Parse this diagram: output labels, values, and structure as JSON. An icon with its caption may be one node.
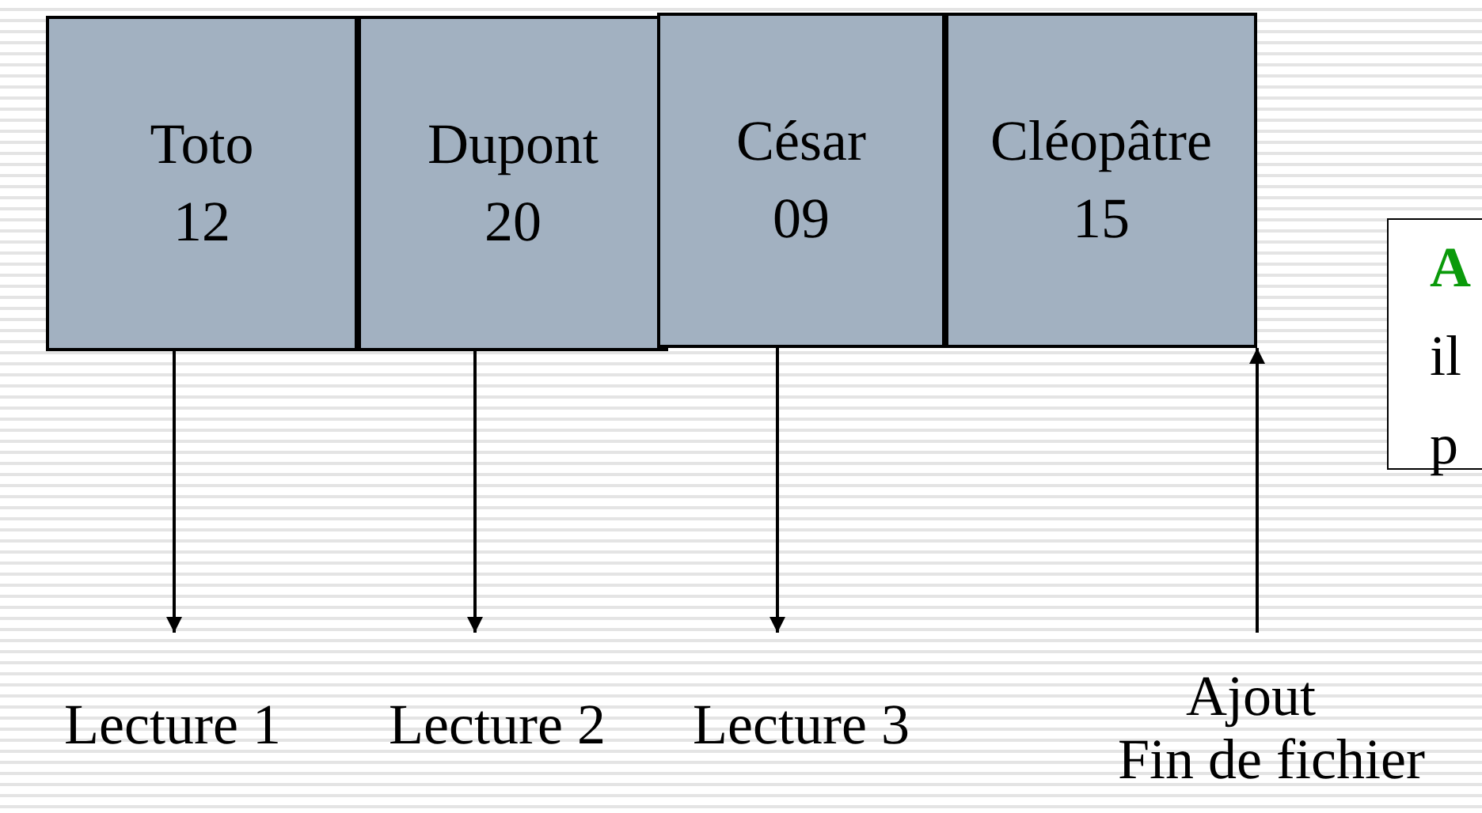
{
  "diagram": {
    "nodes": [
      {
        "text": [
          "Toto",
          "12"
        ]
      },
      {
        "text": [
          "Dupont",
          "20"
        ]
      },
      {
        "text": [
          "César",
          "09"
        ]
      },
      {
        "text": [
          "Cléopâtre",
          "15"
        ]
      },
      {
        "text": [
          "A",
          "il",
          "p"
        ]
      },
      {
        "text": [
          "Lecture 1"
        ]
      },
      {
        "text": [
          "Lecture 2"
        ]
      },
      {
        "text": [
          "Lecture 3"
        ]
      },
      {
        "text": [
          "Ajout",
          "Fin de fichier"
        ]
      }
    ],
    "edges": [
      {
        "from": 0,
        "to": 5,
        "arrow": "to"
      },
      {
        "from": 1,
        "to": 6,
        "arrow": "to"
      },
      {
        "from": 2,
        "to": 7,
        "arrow": "to"
      },
      {
        "from": 8,
        "to": 3,
        "arrow": "to"
      }
    ]
  }
}
